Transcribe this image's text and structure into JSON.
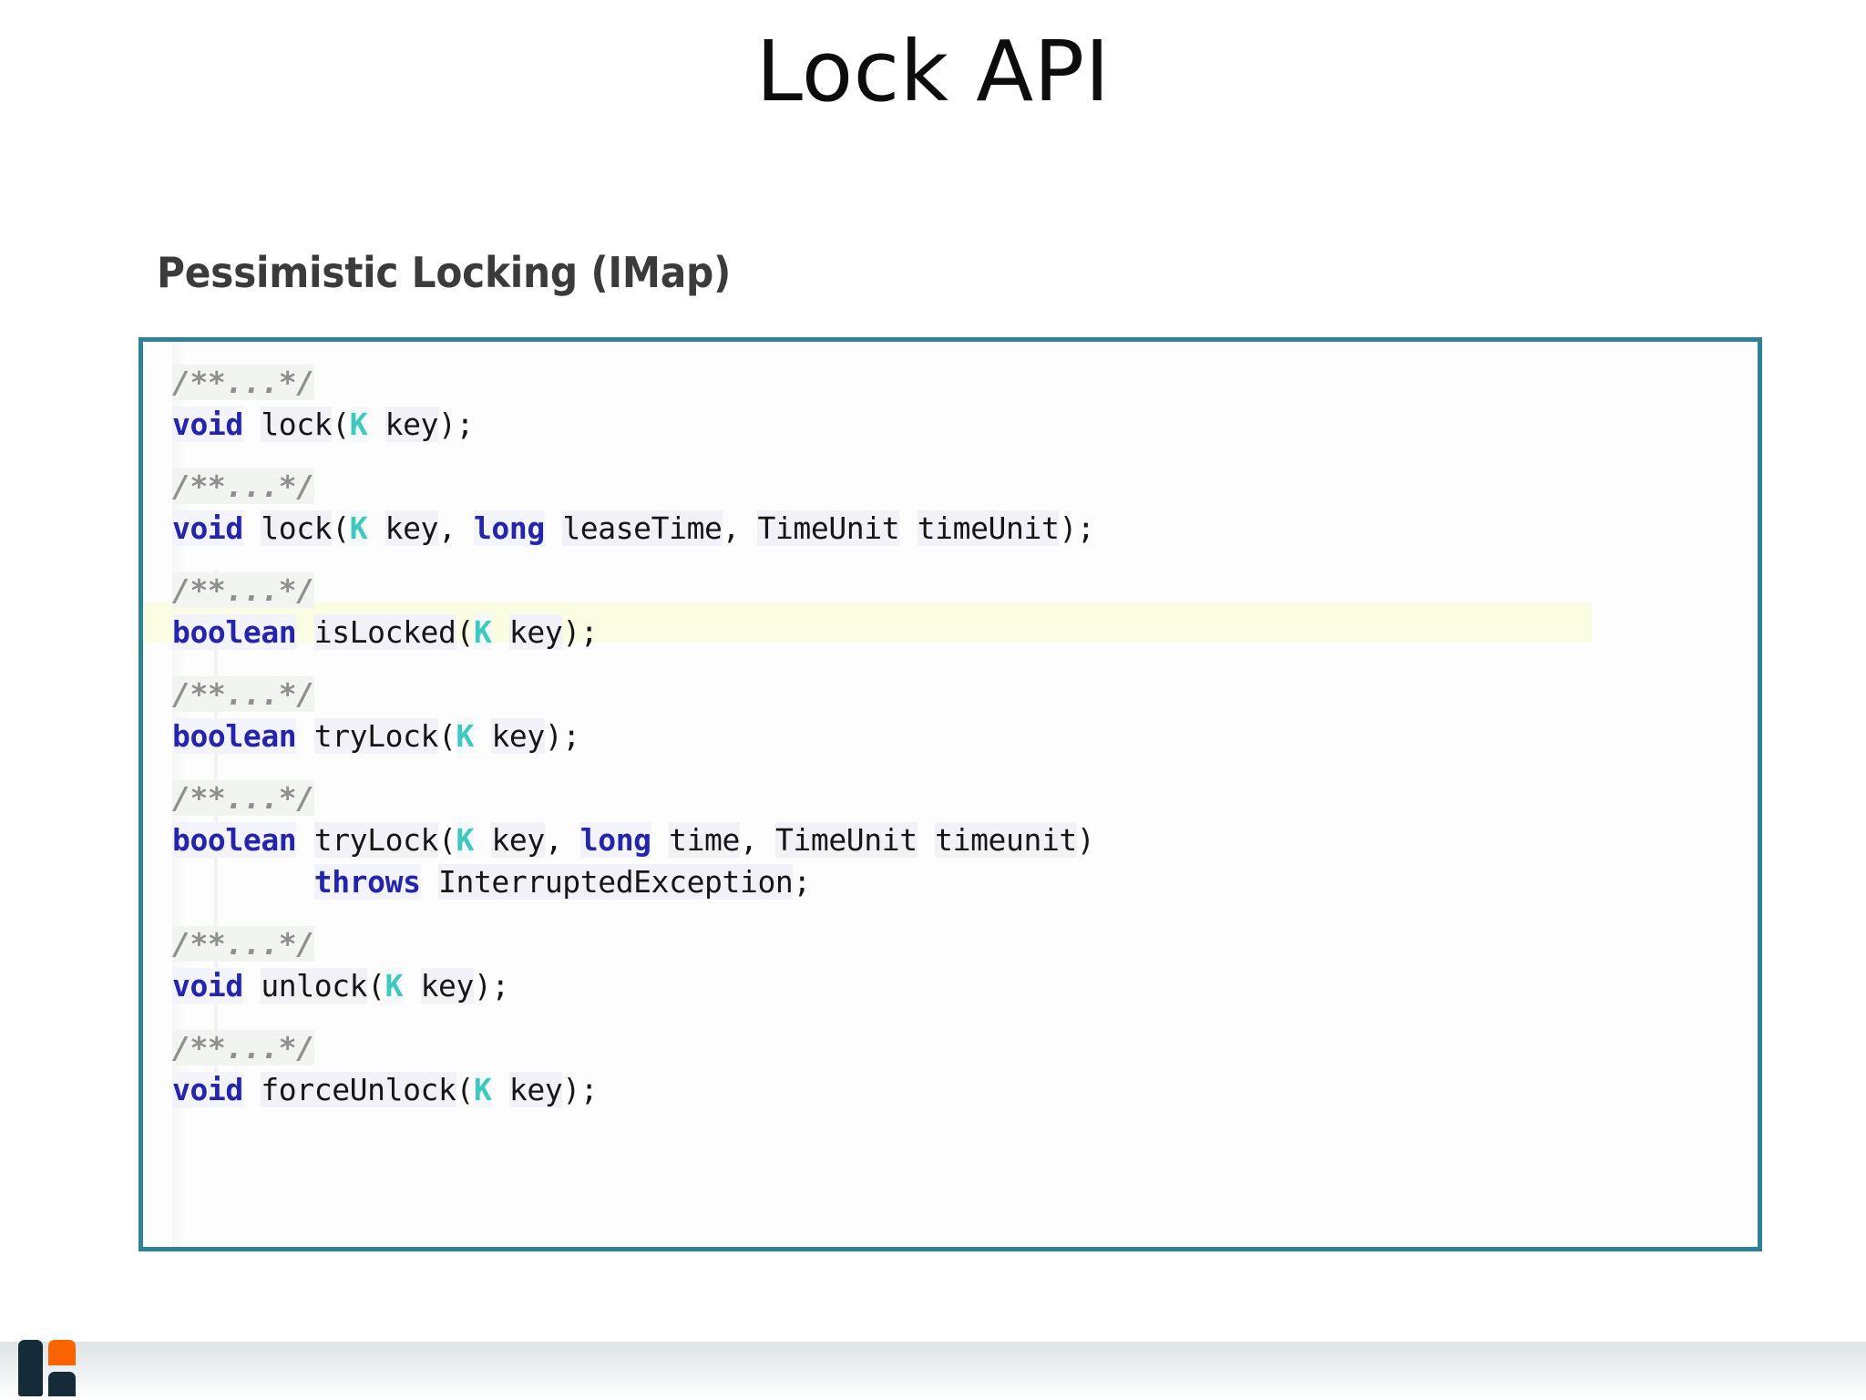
{
  "slide": {
    "title": "Lock API",
    "subtitle": "Pessimistic Locking (IMap)",
    "accent_border_color": "#2d8296",
    "highlight_color": "#fbfde2",
    "keyword_color": "#2524ad",
    "generic_color": "#3fc8bd",
    "comment_color": "#8d908d"
  },
  "code": {
    "language": "java",
    "groups": [
      {
        "id": "lock-simple",
        "comment": "/**...*/",
        "lines": [
          {
            "text": "void lock(K key);",
            "highlighted": false
          }
        ]
      },
      {
        "id": "lock-lease",
        "comment": "/**...*/",
        "lines": [
          {
            "text": "void lock(K key, long leaseTime, TimeUnit timeUnit);",
            "highlighted": false
          }
        ]
      },
      {
        "id": "is-locked",
        "comment": "/**...*/",
        "lines": [
          {
            "text": "boolean isLocked(K key);",
            "highlighted": false
          }
        ]
      },
      {
        "id": "try-lock-simple",
        "comment": "/**...*/",
        "lines": [
          {
            "text": "boolean tryLock(K key);",
            "highlighted": true
          }
        ]
      },
      {
        "id": "try-lock-timeout",
        "comment": "/**...*/",
        "lines": [
          {
            "text": "boolean tryLock(K key, long time, TimeUnit timeunit)",
            "highlighted": false
          },
          {
            "text": "        throws InterruptedException;",
            "highlighted": false
          }
        ]
      },
      {
        "id": "unlock",
        "comment": "/**...*/",
        "lines": [
          {
            "text": "void unlock(K key);",
            "highlighted": false
          }
        ]
      },
      {
        "id": "force-unlock",
        "comment": "/**...*/",
        "lines": [
          {
            "text": "void forceUnlock(K key);",
            "highlighted": false
          }
        ]
      }
    ],
    "keywords": [
      "void",
      "boolean",
      "long",
      "throws"
    ],
    "generics": [
      "K"
    ]
  },
  "footer": {
    "logo_name": "hazelcast-logo",
    "logo_colors": {
      "navy": "#162b38",
      "orange": "#fa6400"
    }
  }
}
